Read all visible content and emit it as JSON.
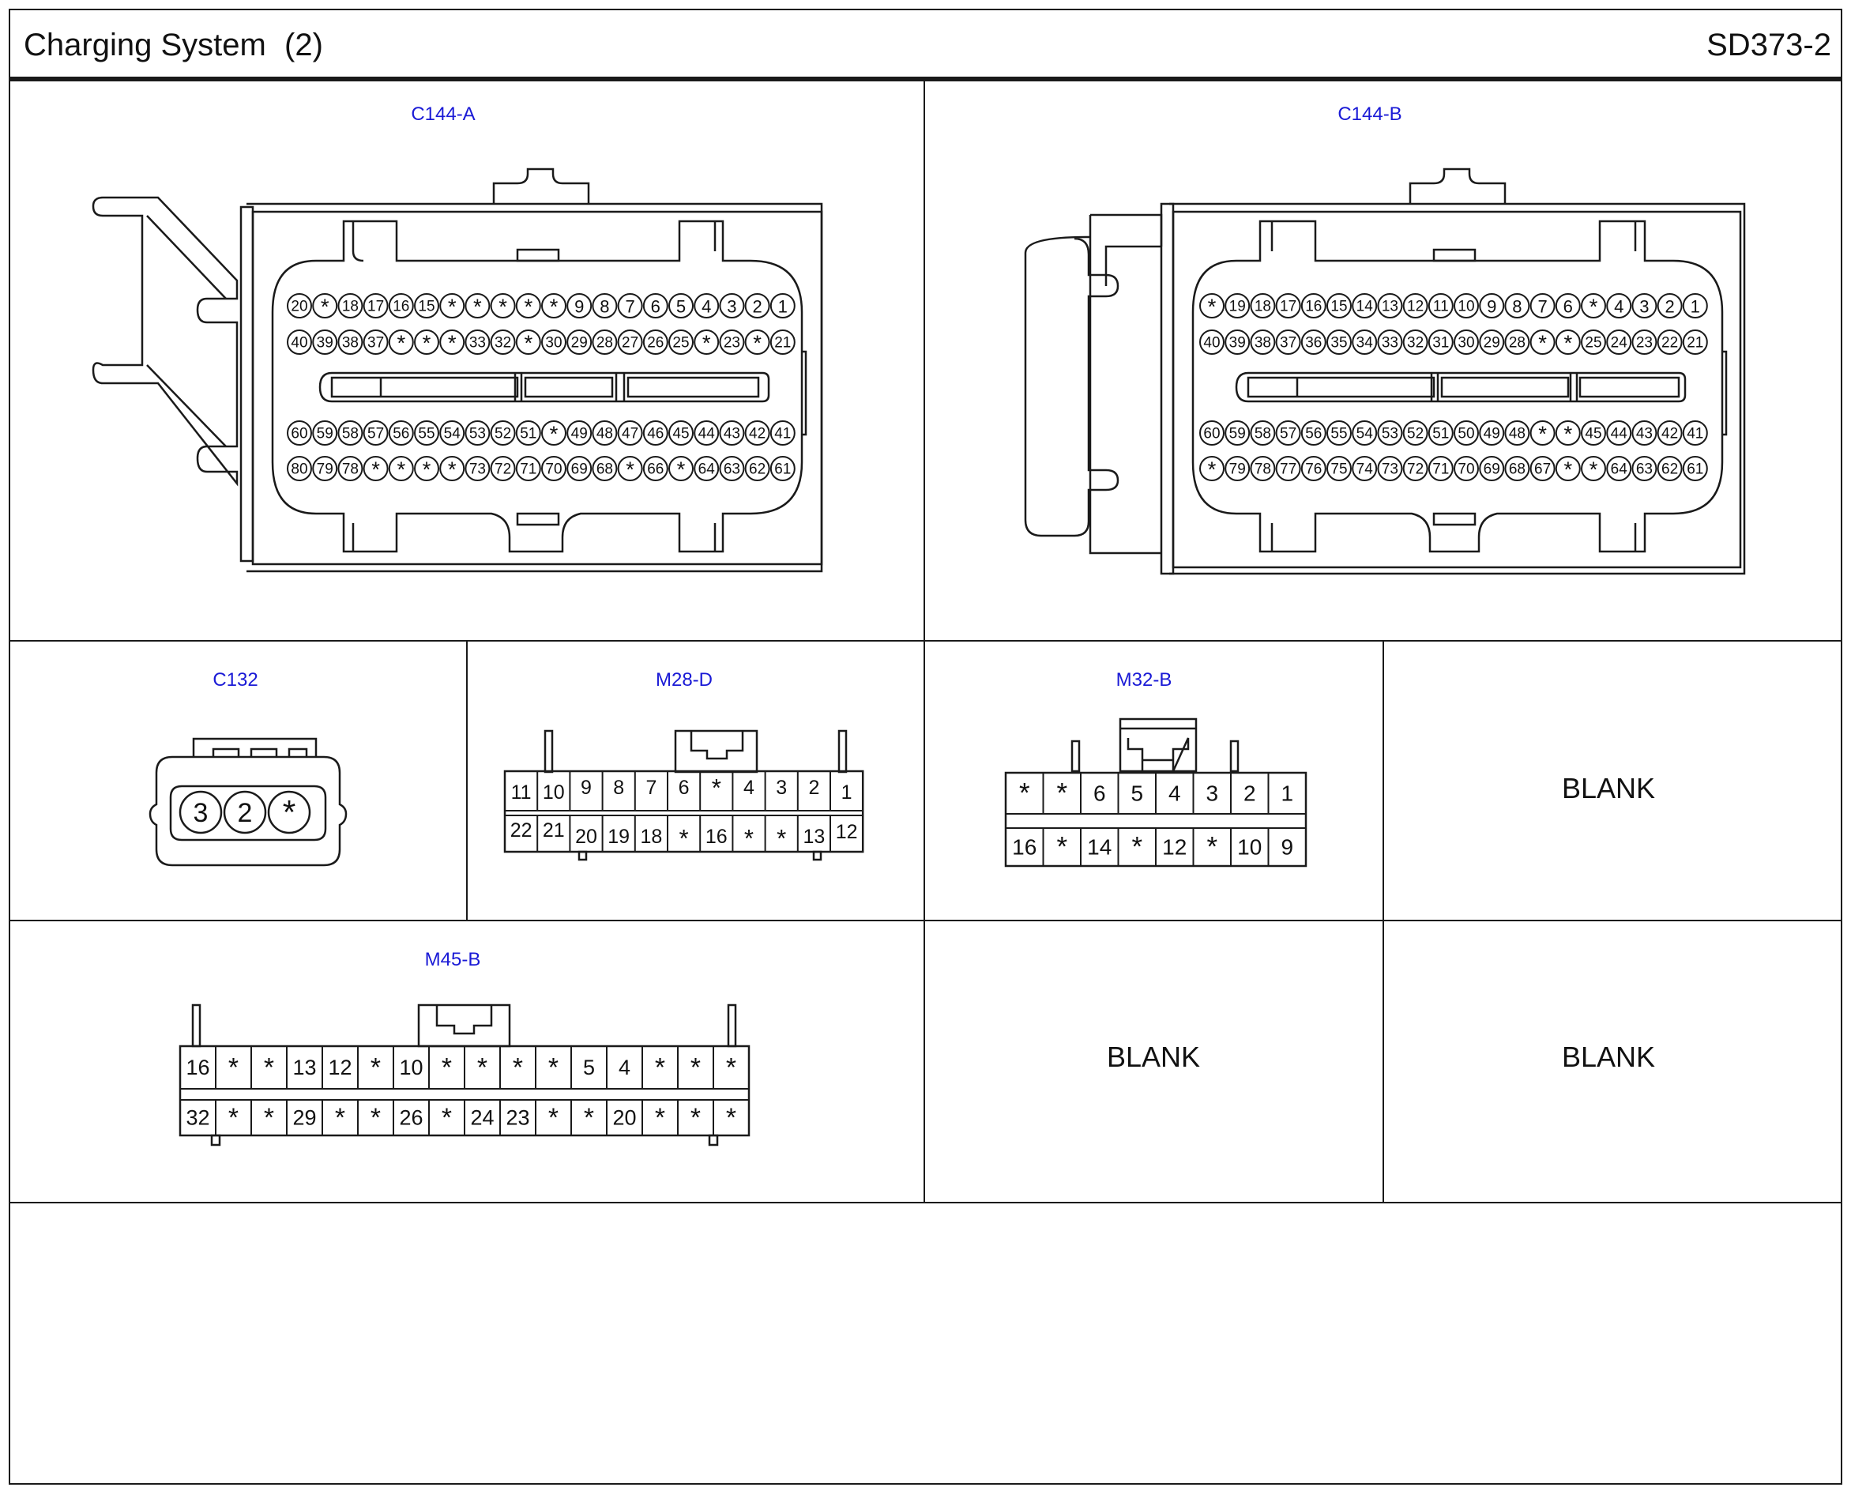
{
  "header": {
    "title": "Charging System",
    "page": "(2)",
    "code": "SD373-2"
  },
  "colors": {
    "label": "#1a1ad6",
    "line": "#1a1a1a"
  },
  "connectors": {
    "c144a": {
      "name": "C144-A",
      "rows": [
        [
          "20",
          "*",
          "18",
          "17",
          "16",
          "15",
          "*",
          "*",
          "*",
          "*",
          "*",
          "9",
          "8",
          "7",
          "6",
          "5",
          "4",
          "3",
          "2",
          "1"
        ],
        [
          "40",
          "39",
          "38",
          "37",
          "*",
          "*",
          "*",
          "33",
          "32",
          "*",
          "30",
          "29",
          "28",
          "27",
          "26",
          "25",
          "*",
          "23",
          "*",
          "21"
        ],
        [
          "60",
          "59",
          "58",
          "57",
          "56",
          "55",
          "54",
          "53",
          "52",
          "51",
          "*",
          "49",
          "48",
          "47",
          "46",
          "45",
          "44",
          "43",
          "42",
          "41"
        ],
        [
          "80",
          "79",
          "78",
          "*",
          "*",
          "*",
          "*",
          "73",
          "72",
          "71",
          "70",
          "69",
          "68",
          "*",
          "66",
          "*",
          "64",
          "63",
          "62",
          "61"
        ]
      ]
    },
    "c144b": {
      "name": "C144-B",
      "rows": [
        [
          "*",
          "19",
          "18",
          "17",
          "16",
          "15",
          "14",
          "13",
          "12",
          "11",
          "10",
          "9",
          "8",
          "7",
          "6",
          "*",
          "4",
          "3",
          "2",
          "1"
        ],
        [
          "40",
          "39",
          "38",
          "37",
          "36",
          "35",
          "34",
          "33",
          "32",
          "31",
          "30",
          "29",
          "28",
          "*",
          "*",
          "25",
          "24",
          "23",
          "22",
          "21"
        ],
        [
          "60",
          "59",
          "58",
          "57",
          "56",
          "55",
          "54",
          "53",
          "52",
          "51",
          "50",
          "49",
          "48",
          "*",
          "*",
          "45",
          "44",
          "43",
          "42",
          "41"
        ],
        [
          "*",
          "79",
          "78",
          "77",
          "76",
          "75",
          "74",
          "73",
          "72",
          "71",
          "70",
          "69",
          "68",
          "67",
          "*",
          "*",
          "64",
          "63",
          "62",
          "61"
        ]
      ]
    },
    "c132": {
      "name": "C132",
      "pins": [
        "3",
        "2",
        "*"
      ]
    },
    "m28d": {
      "name": "M28-D",
      "top": [
        "11",
        "10",
        "9",
        "8",
        "7",
        "6",
        "*",
        "4",
        "3",
        "2",
        "1"
      ],
      "bottom": [
        "22",
        "21",
        "20",
        "19",
        "18",
        "*",
        "16",
        "*",
        "*",
        "13",
        "12"
      ]
    },
    "m32b": {
      "name": "M32-B",
      "top": [
        "*",
        "*",
        "6",
        "5",
        "4",
        "3",
        "2",
        "1"
      ],
      "bottom": [
        "16",
        "*",
        "14",
        "*",
        "12",
        "*",
        "10",
        "9"
      ]
    },
    "m45b": {
      "name": "M45-B",
      "top": [
        "16",
        "*",
        "*",
        "13",
        "12",
        "*",
        "10",
        "*",
        "*",
        "*",
        "*",
        "5",
        "4",
        "*",
        "*",
        "*"
      ],
      "bottom": [
        "32",
        "*",
        "*",
        "29",
        "*",
        "*",
        "26",
        "*",
        "24",
        "23",
        "*",
        "*",
        "20",
        "*",
        "*",
        "*"
      ]
    }
  },
  "blank_cells": [
    "BLANK",
    "BLANK",
    "BLANK"
  ]
}
